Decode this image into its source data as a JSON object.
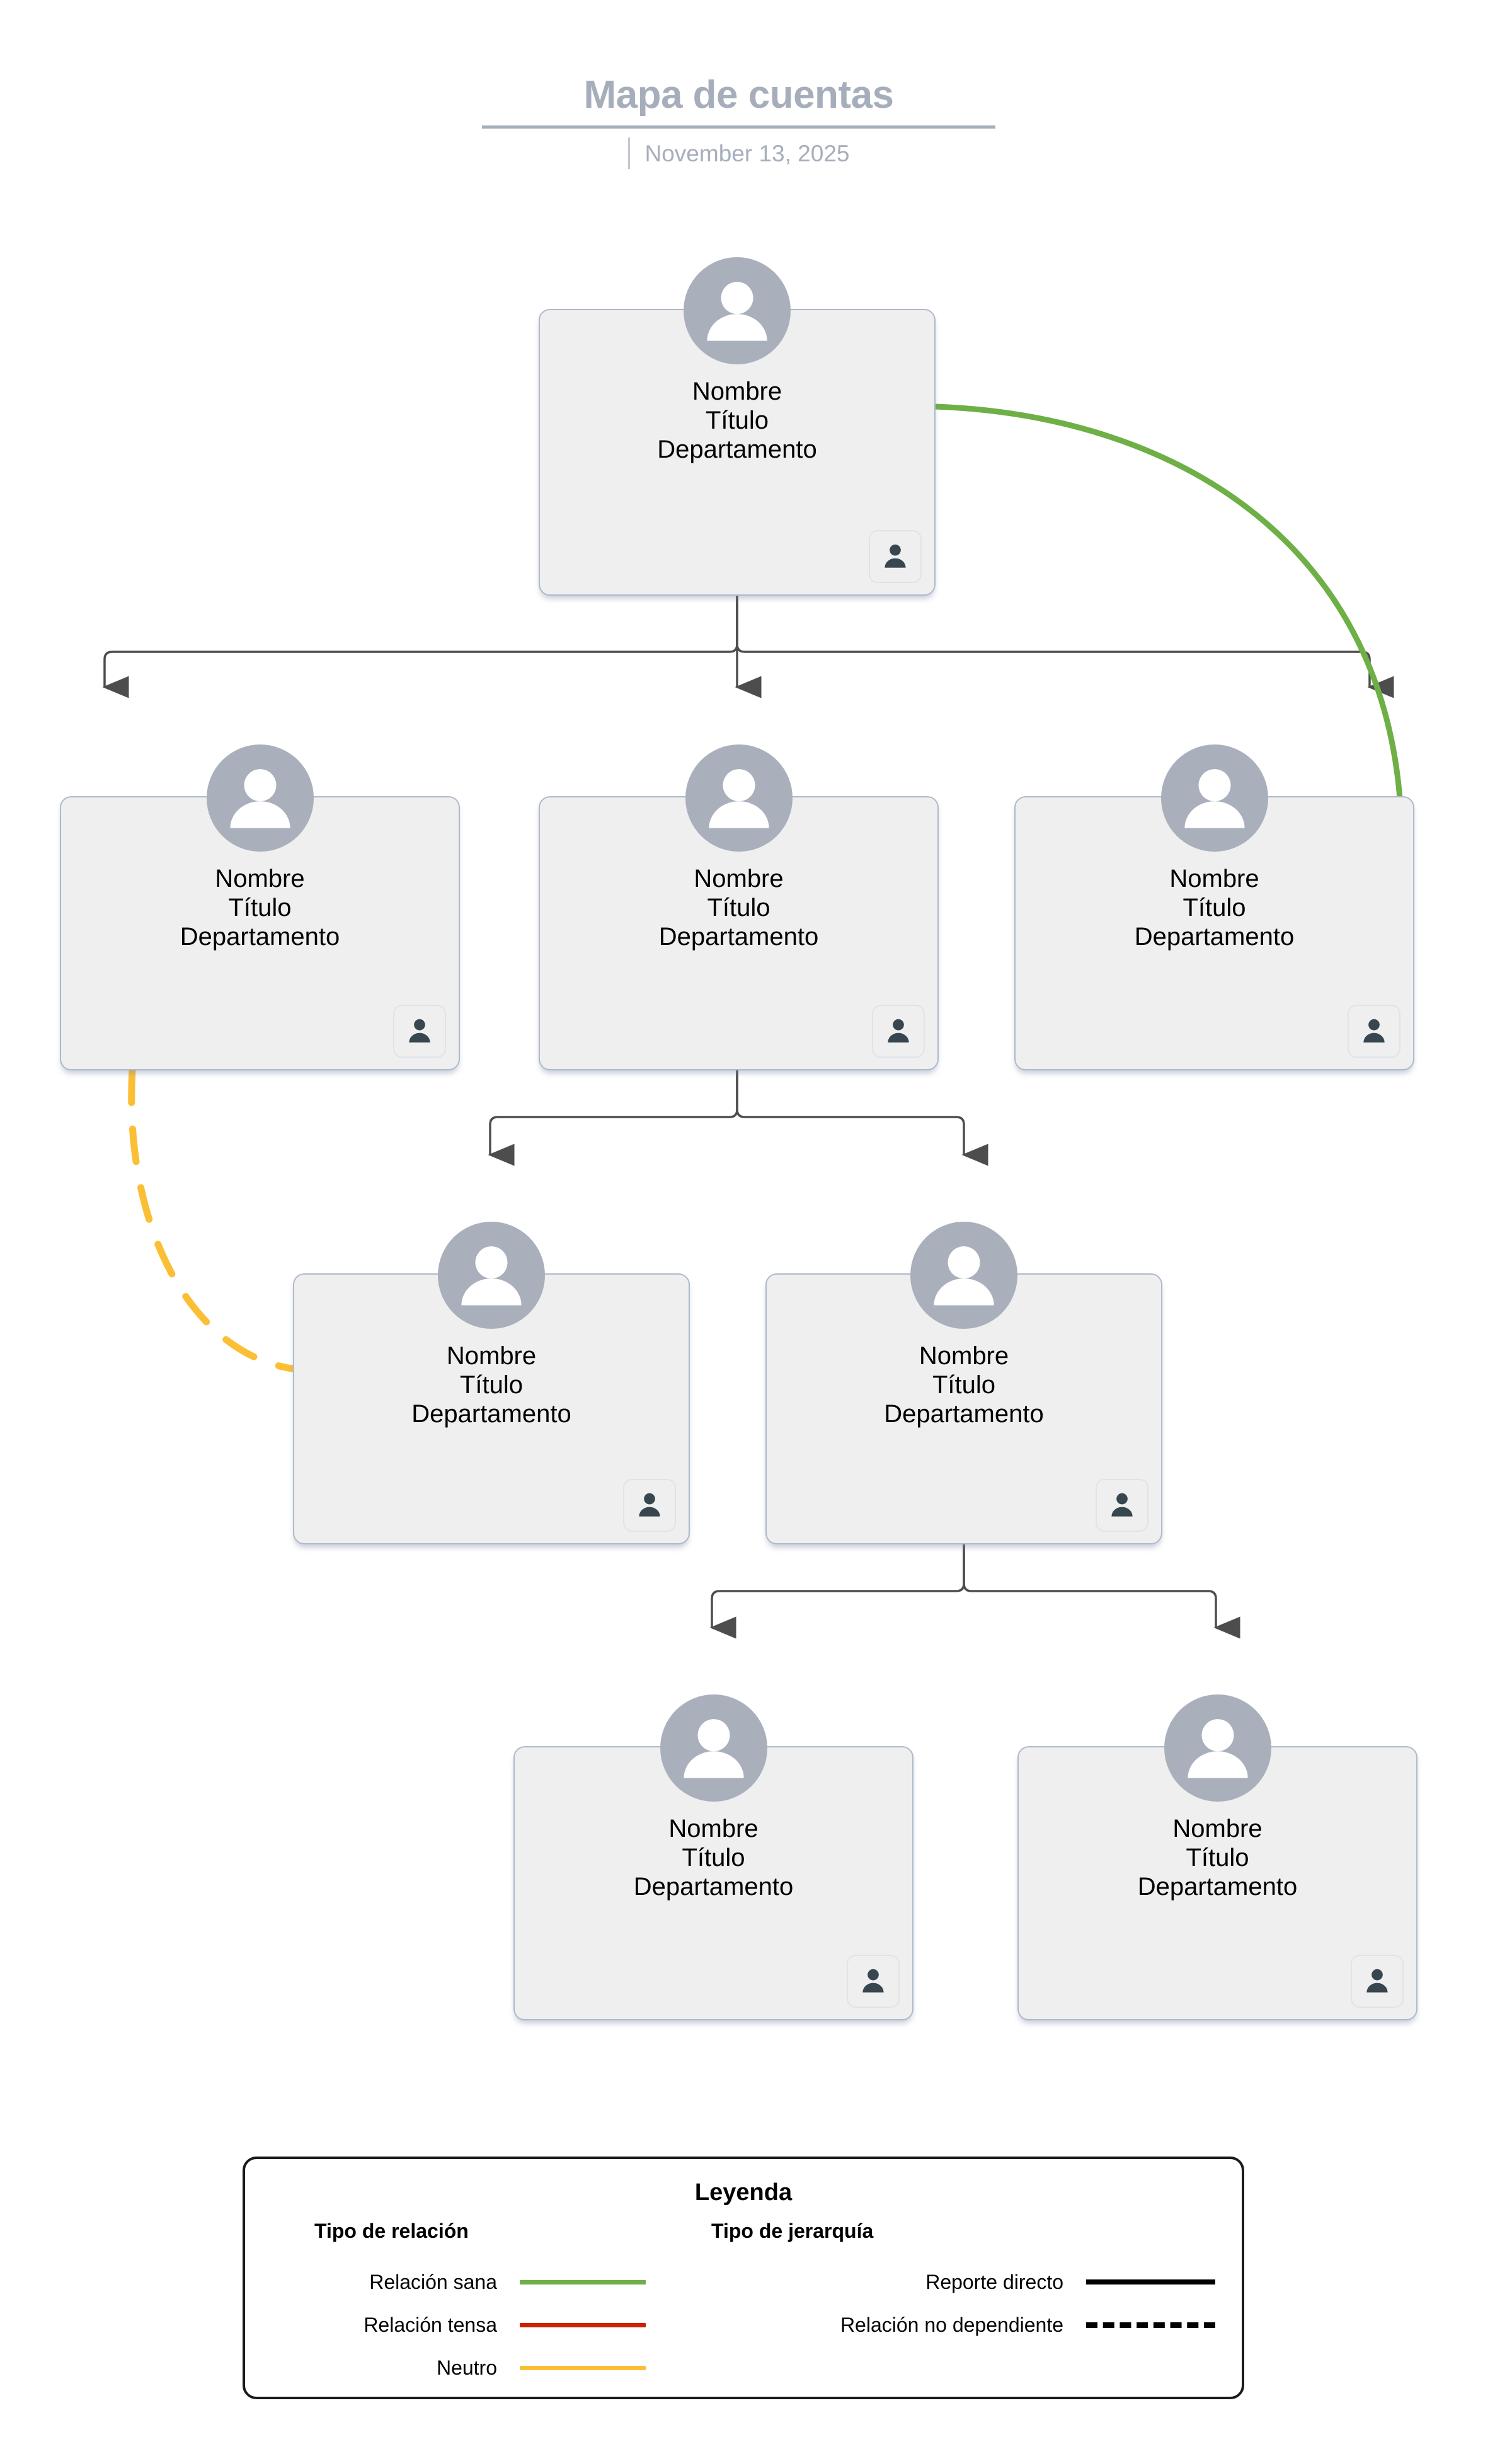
{
  "header": {
    "title": "Mapa de cuentas",
    "date": "November 13, 2025"
  },
  "node_labels": {
    "name": "Nombre",
    "title": "Título",
    "department": "Departamento"
  },
  "nodes": [
    {
      "id": "n1",
      "level": 1,
      "name": "Nombre",
      "title": "Título",
      "department": "Departamento"
    },
    {
      "id": "n2",
      "level": 2,
      "name": "Nombre",
      "title": "Título",
      "department": "Departamento"
    },
    {
      "id": "n3",
      "level": 2,
      "name": "Nombre",
      "title": "Título",
      "department": "Departamento"
    },
    {
      "id": "n4",
      "level": 2,
      "name": "Nombre",
      "title": "Título",
      "department": "Departamento"
    },
    {
      "id": "n5",
      "level": 3,
      "name": "Nombre",
      "title": "Título",
      "department": "Departamento"
    },
    {
      "id": "n6",
      "level": 3,
      "name": "Nombre",
      "title": "Título",
      "department": "Departamento"
    },
    {
      "id": "n7",
      "level": 4,
      "name": "Nombre",
      "title": "Título",
      "department": "Departamento"
    },
    {
      "id": "n8",
      "level": 4,
      "name": "Nombre",
      "title": "Título",
      "department": "Departamento"
    }
  ],
  "legend": {
    "title": "Leyenda",
    "relationship": {
      "heading": "Tipo de relación",
      "items": [
        {
          "label": "Relación sana",
          "color": "#6EAF46",
          "style": "solid"
        },
        {
          "label": "Relación tensa",
          "color": "#CC2200",
          "style": "solid"
        },
        {
          "label": "Neutro",
          "color": "#FBBF35",
          "style": "solid"
        }
      ]
    },
    "hierarchy": {
      "heading": "Tipo de jerarquía",
      "items": [
        {
          "label": "Reporte directo",
          "color": "#000000",
          "style": "solid"
        },
        {
          "label": "Relación no dependiente",
          "color": "#000000",
          "style": "dashed"
        }
      ]
    }
  },
  "colors": {
    "title": "#A7AEBB",
    "card_fill": "#EFEFEF",
    "card_border": "#AFB9CB",
    "avatar": "#A9B0BC",
    "badge_glyph": "#37464F",
    "connector": "#4D4D4D",
    "green": "#6EAF46",
    "red": "#CC2200",
    "yellow": "#FBBF35"
  }
}
